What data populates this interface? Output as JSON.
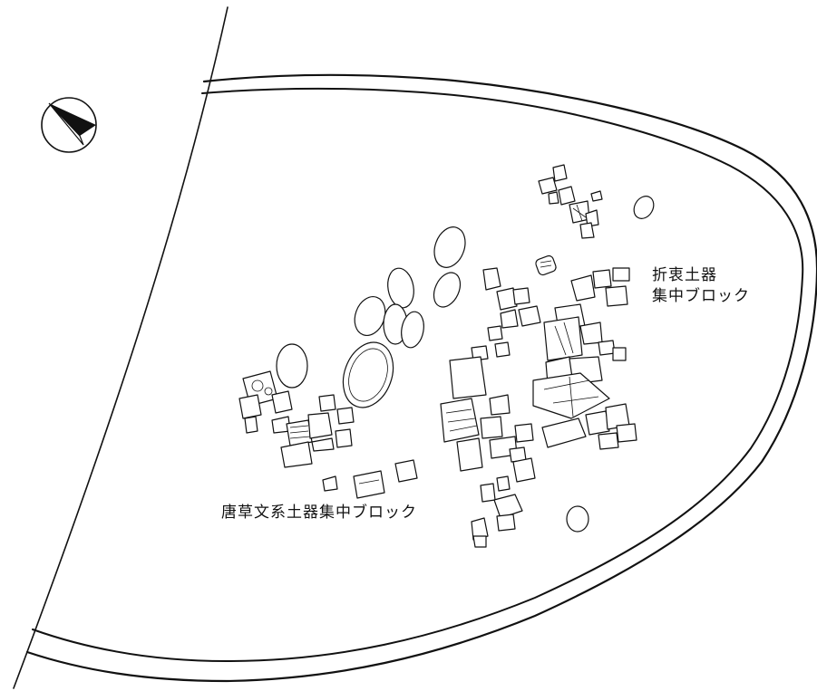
{
  "labels": {
    "block_a_line1": "折衷土器",
    "block_a_line2": "集中ブロック",
    "block_b": "唐草文系土器集中ブロック"
  },
  "north_arrow": {
    "icon": "north-arrow-icon"
  },
  "colors": {
    "ink": "#111111",
    "paper": "#ffffff"
  }
}
